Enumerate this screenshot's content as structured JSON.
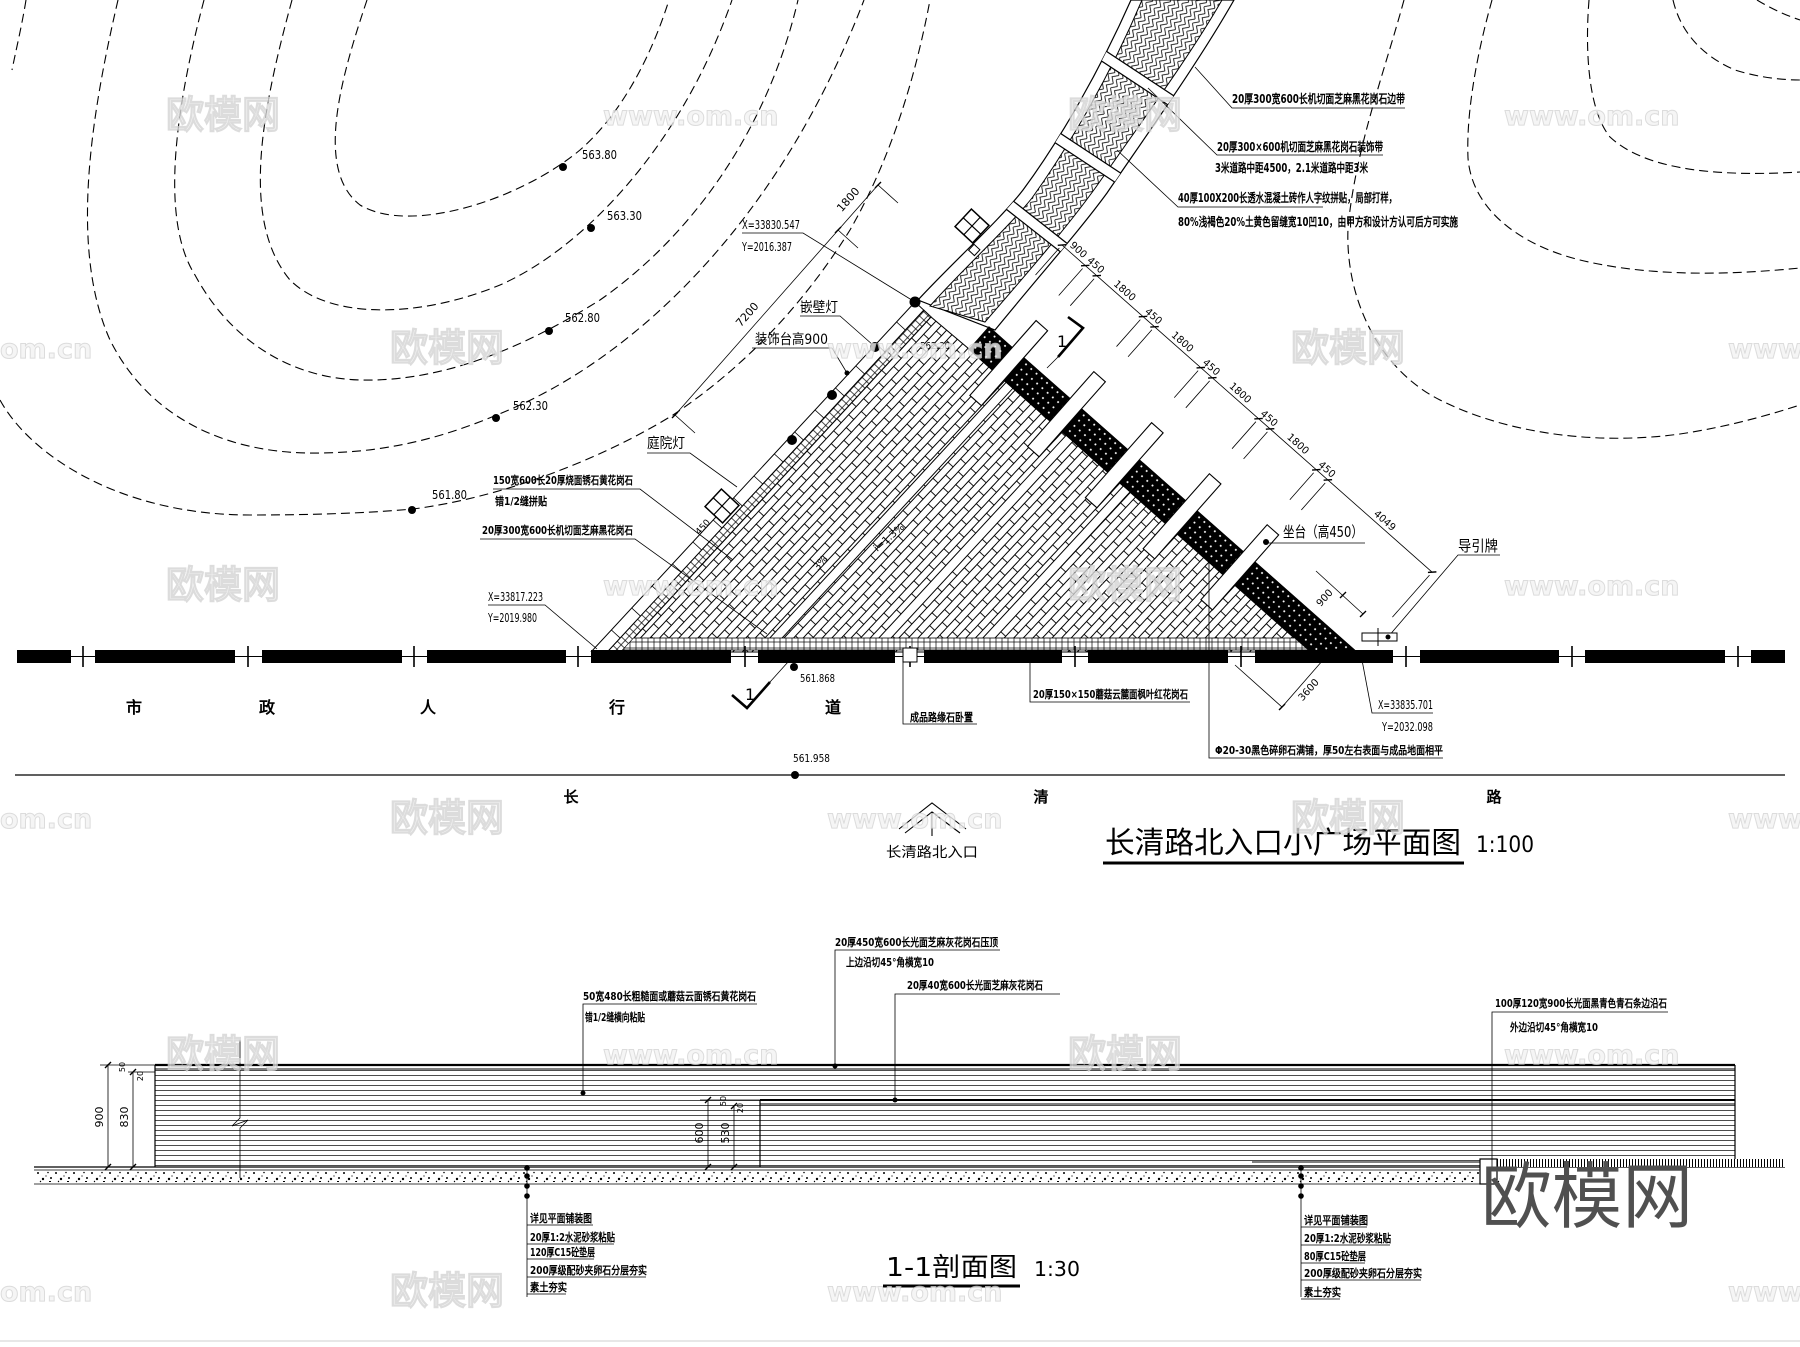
{
  "plan": {
    "title": "长清路北入口小广场平面图",
    "scale": "1:100",
    "north_arrow_label": "长清路北入口",
    "sidewalk_label": [
      "市",
      "政",
      "人",
      "行",
      "道"
    ],
    "road_label": [
      "长",
      "清",
      "路"
    ],
    "contour_labels": [
      "563.80",
      "563.30",
      "562.80",
      "562.30",
      "561.80"
    ],
    "spot_elevations": {
      "plaza_apex": "562.30",
      "sidewalk": "561.868",
      "road": "561.958"
    },
    "coordinates": [
      {
        "x": "X=33830.547",
        "y": "Y=2016.387"
      },
      {
        "x": "X=33817.223",
        "y": "Y=2019.980"
      },
      {
        "x": "X=33835.701",
        "y": "Y=2032.098"
      }
    ],
    "callouts": {
      "path_edge_band": "20厚300宽600长机切面芝麻黑花岗石边带",
      "path_deco_band": "20厚300×600机切面芝麻黑花岗石装饰带",
      "path_deco_band_note": "3米道路中距4500，2.1米道路中距3米",
      "path_paving": "40厚100X200长透水混凝土砖作人字纹拼贴，局部打样，",
      "path_paving_note": "80%浅褐色20%土黄色留缝宽10凹10，由甲方和设计方认可后方可实施",
      "wall_lamp": "嵌壁灯",
      "deco_platform": "装饰台高900",
      "garden_lamp": "庭院灯",
      "platform_cladding": "150宽600长20厚烧面锈石黄花岗石",
      "platform_cladding_note": "错1/2缝拼贴",
      "plaza_paving": "20厚300宽600长机切面芝麻黑花岗石",
      "curb": "成品路缘石卧置",
      "base_band": "20厚150×150蘑菇云麓面枫叶红花岗石",
      "pebble_fill": "Φ20-30黑色碎卵石满铺，厚50左右表面与成品地面相平",
      "seat": "坐台（高450）",
      "sign": "导引牌"
    },
    "dims_seat_row": [
      "900",
      "450",
      "1800",
      "450",
      "1800",
      "450",
      "1800",
      "450",
      "1800",
      "450",
      "4049"
    ],
    "dims_wall": [
      "7200",
      "1800"
    ],
    "dim_seat_depth": "900",
    "dim_pebble_width": "3600",
    "dim_lamp_offset": "450",
    "section_mark": "1",
    "slope_labels": [
      "i=1.3%",
      "3%"
    ]
  },
  "section": {
    "title": "1-1剖面图",
    "scale": "1:30",
    "callouts": {
      "wall_face": "50宽480长粗糙面或蘑菇云面锈石黄花岗石",
      "wall_face_note": "错1/2缝横向粘贴",
      "coping": "20厚450宽600长光面芝麻灰花岗石压顶",
      "coping_note": "上边沿切45°角横宽10",
      "seat_cap": "20厚40宽600长光面芝麻灰花岗石",
      "edge_stone": "100厚120宽900长光面黑青色青石条边沿石",
      "edge_stone_note": "外边沿切45°角横宽10"
    },
    "layers_left": [
      "详见平面铺装图",
      "20厚1:2水泥砂浆粘贴",
      "120厚C15砼垫层",
      "200厚级配砂夹卵石分层夯实",
      "素土夯实"
    ],
    "layers_right": [
      "详见平面铺装图",
      "20厚1:2水泥砂浆粘贴",
      "80厚C15砼垫层",
      "200厚级配砂夹卵石分层夯实",
      "素土夯实"
    ],
    "dims": {
      "wall_total": "900",
      "wall_body": "830",
      "wall_cap": "50",
      "wall_joint": "20",
      "seat_total": "600",
      "seat_body": "530",
      "seat_cap": "50",
      "seat_joint": "20"
    }
  },
  "watermarks": {
    "brand": "欧模网",
    "url": "www.om.cn",
    "url_partial": "om.cn",
    "url_cut": "www.om",
    "corner_brand": "欧模网"
  }
}
